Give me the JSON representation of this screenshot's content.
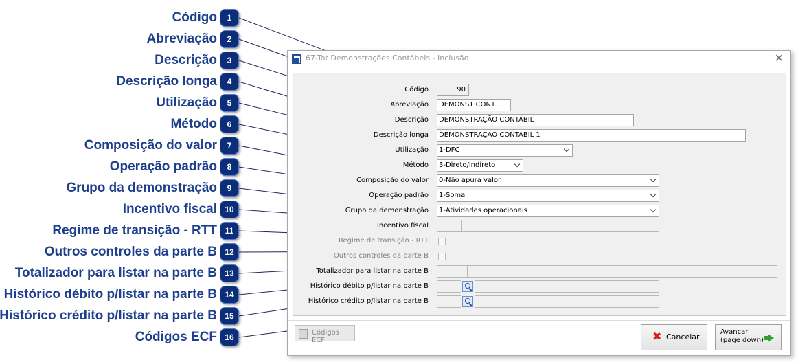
{
  "window": {
    "title": "67-Tot Demonstrações Contábeis - Inclusão",
    "close_glyph": "✕"
  },
  "annotations": [
    {
      "num": "1",
      "label": "Código"
    },
    {
      "num": "2",
      "label": "Abreviação"
    },
    {
      "num": "3",
      "label": "Descrição"
    },
    {
      "num": "4",
      "label": "Descrição longa"
    },
    {
      "num": "5",
      "label": "Utilização"
    },
    {
      "num": "6",
      "label": "Método"
    },
    {
      "num": "7",
      "label": "Composição do valor"
    },
    {
      "num": "8",
      "label": "Operação padrão"
    },
    {
      "num": "9",
      "label": "Grupo da demonstração"
    },
    {
      "num": "10",
      "label": "Incentivo fiscal"
    },
    {
      "num": "11",
      "label": "Regime de transição - RTT"
    },
    {
      "num": "12",
      "label": "Outros controles da parte B"
    },
    {
      "num": "13",
      "label": "Totalizador para listar na parte B"
    },
    {
      "num": "14",
      "label": "Histórico débito p/listar na parte B"
    },
    {
      "num": "15",
      "label": "Histórico crédito p/listar na parte B"
    },
    {
      "num": "16",
      "label": "Códigos ECF"
    }
  ],
  "form": {
    "codigo": {
      "label": "Código",
      "value": "90"
    },
    "abreviacao": {
      "label": "Abreviação",
      "value": "DEMONST CONT"
    },
    "descricao": {
      "label": "Descrição",
      "value": "DEMONSTRAÇÃO CONTÁBIL"
    },
    "descricao_longa": {
      "label": "Descrição longa",
      "value": "DEMONSTRAÇÃO CONTÁBIL 1"
    },
    "utilizacao": {
      "label": "Utilização",
      "value": "1-DFC"
    },
    "metodo": {
      "label": "Método",
      "value": "3-Direto/indireto"
    },
    "composicao": {
      "label": "Composição do valor",
      "value": "0-Não apura valor"
    },
    "operacao": {
      "label": "Operação padrão",
      "value": "1-Soma"
    },
    "grupo": {
      "label": "Grupo da demonstração",
      "value": "1-Atividades operacionais"
    },
    "incentivo": {
      "label": "Incentivo fiscal",
      "code": "",
      "desc": ""
    },
    "rtt": {
      "label": "Regime de transição - RTT"
    },
    "outros": {
      "label": "Outros controles da parte B"
    },
    "totalizador": {
      "label": "Totalizador para listar na parte B",
      "code": "",
      "desc": ""
    },
    "hist_debito": {
      "label": "Histórico débito p/listar na parte B",
      "code": "",
      "desc": ""
    },
    "hist_credito": {
      "label": "Histórico crédito p/listar na parte B",
      "code": "",
      "desc": ""
    }
  },
  "buttons": {
    "ecf": "Códigos ECF",
    "cancel": "Cancelar",
    "next_line1": "Avançar",
    "next_line2": "(page down)"
  },
  "colors": {
    "annotation_text": "#1e3f8c",
    "badge": "#0c2d7a",
    "connector": "#1a2a5a"
  }
}
